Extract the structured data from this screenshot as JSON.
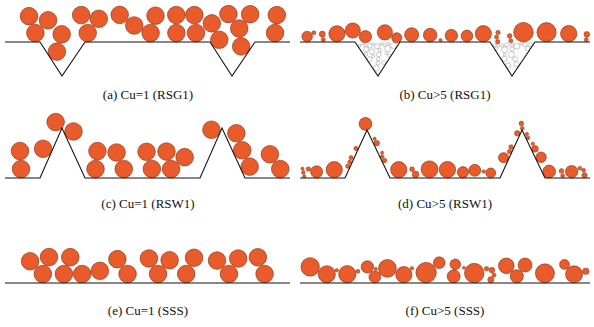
{
  "diagram": {
    "labels": [
      "(a) Cu=1 (RSG1)",
      "(b) Cu>5 (RSG1)",
      "(c) Cu=1 (RSW1)",
      "(d) Cu>5 (RSW1)",
      "(e) Cu=1 (SSS)",
      "(f) Cu>5 (SSS)"
    ]
  }
}
